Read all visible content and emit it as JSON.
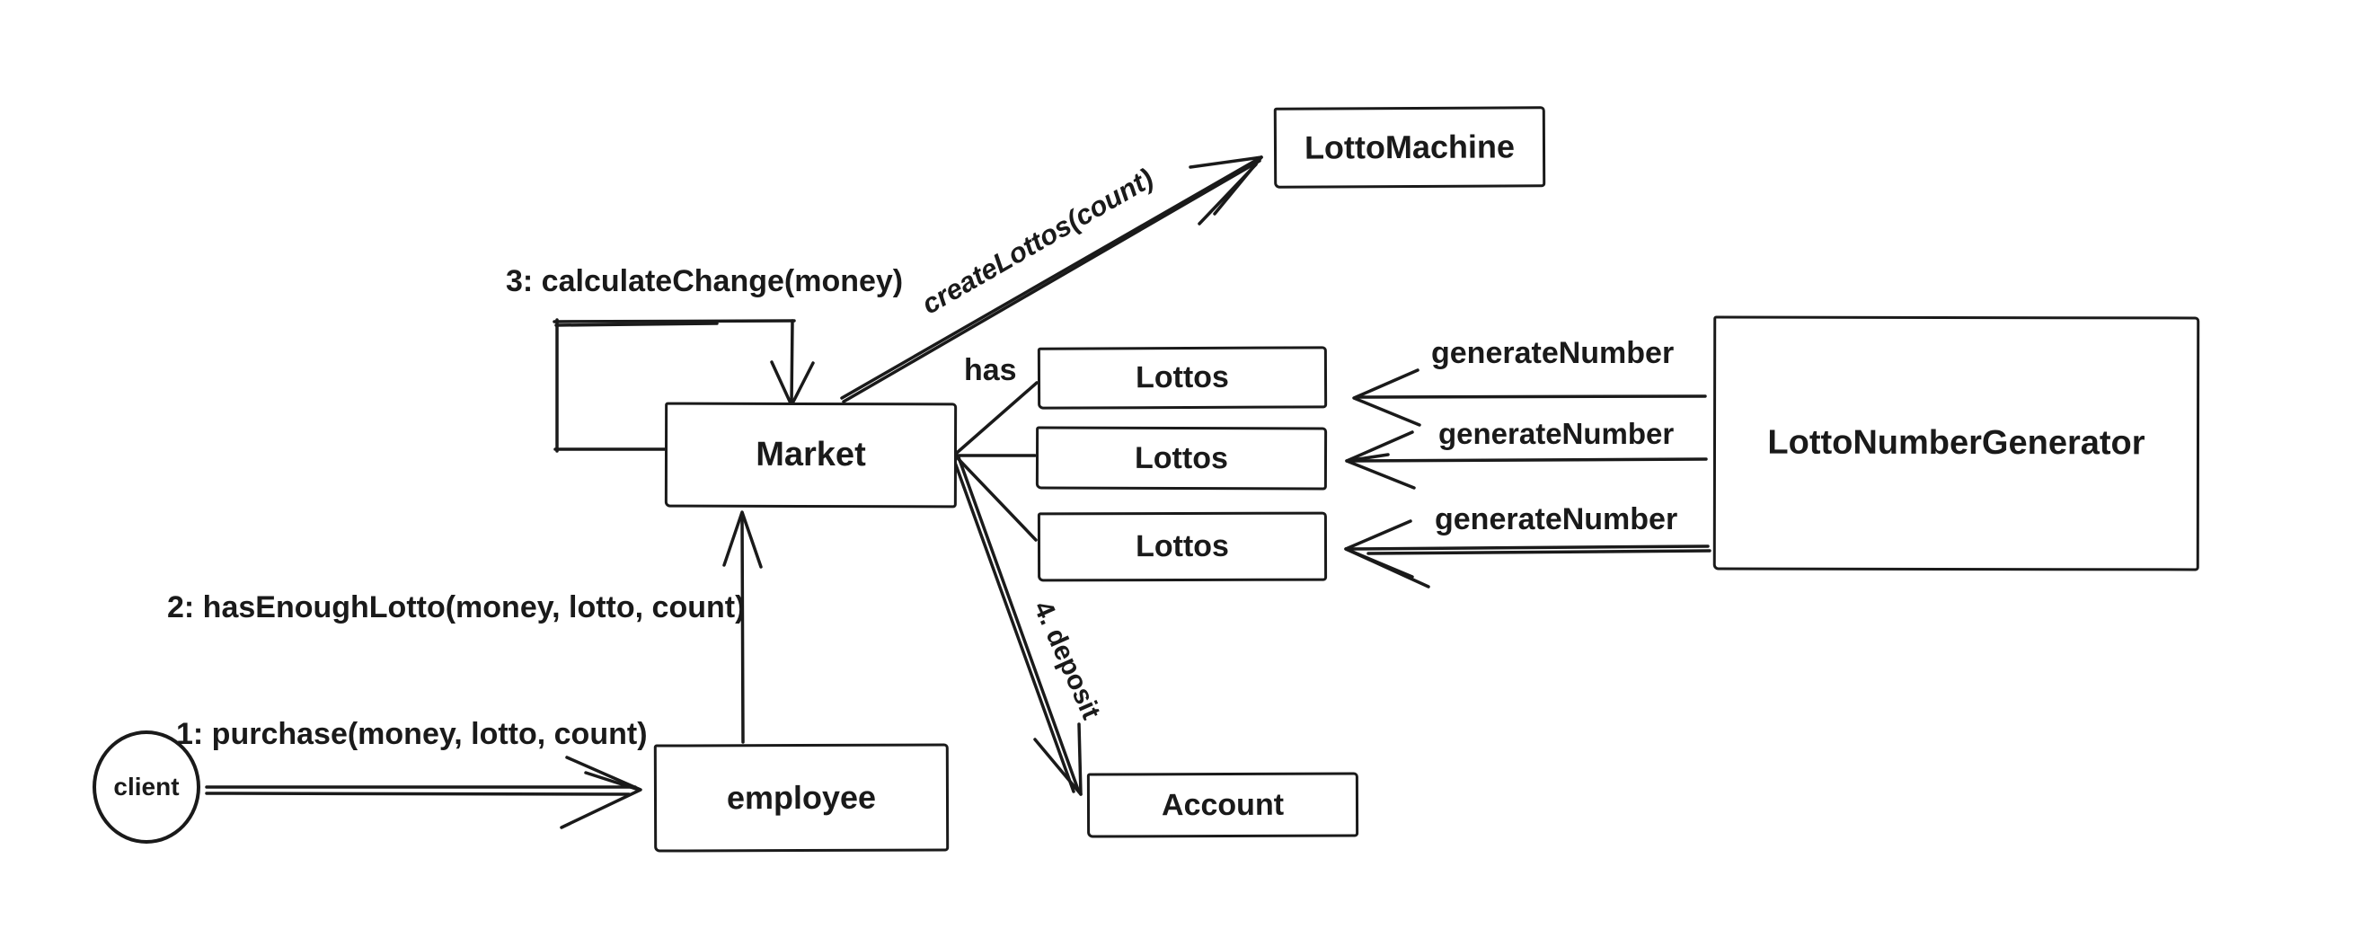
{
  "diagram": {
    "nodes": {
      "client": {
        "label": "client"
      },
      "employee": {
        "label": "employee"
      },
      "market": {
        "label": "Market"
      },
      "lotto_machine": {
        "label": "LottoMachine"
      },
      "lottos_1": {
        "label": "Lottos"
      },
      "lottos_2": {
        "label": "Lottos"
      },
      "lottos_3": {
        "label": "Lottos"
      },
      "lotto_number_generator": {
        "label": "LottoNumberGenerator"
      },
      "account": {
        "label": "Account"
      }
    },
    "edges": {
      "purchase": {
        "label": "1: purchase(money, lotto, count)"
      },
      "has_enough_lotto": {
        "label": "2: hasEnoughLotto(money, lotto, count)"
      },
      "calculate_change": {
        "label": "3: calculateChange(money)"
      },
      "create_lottos": {
        "label": "createLottos(count)"
      },
      "has": {
        "label": "has"
      },
      "deposit": {
        "label": "4. deposit"
      },
      "generate_number_1": {
        "label": "generateNumber"
      },
      "generate_number_2": {
        "label": "generateNumber"
      },
      "generate_number_3": {
        "label": "generateNumber"
      }
    },
    "colors": {
      "ink": "#1a1a1a",
      "background": "#ffffff"
    }
  }
}
